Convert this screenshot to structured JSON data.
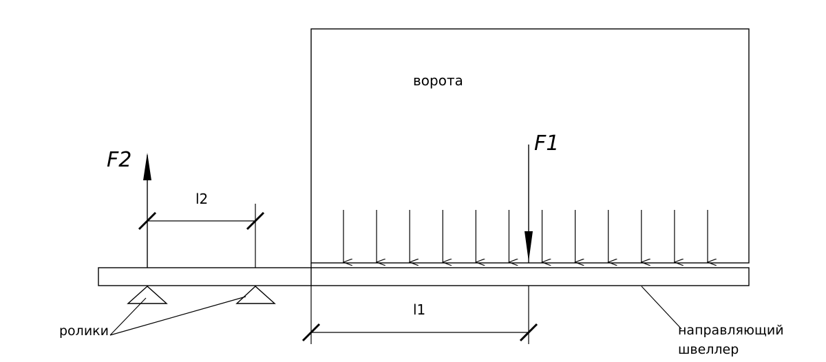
{
  "labels": {
    "gate": "ворота",
    "force1": "F1",
    "force2": "F2",
    "length1": "l1",
    "length2": "l2",
    "rollers": "ролики",
    "channel_line1": "направляющий",
    "channel_line2": "швеллер"
  },
  "distributed_load_arrow_count": 12,
  "colors": {
    "line": "#000000",
    "background": "#ffffff"
  }
}
